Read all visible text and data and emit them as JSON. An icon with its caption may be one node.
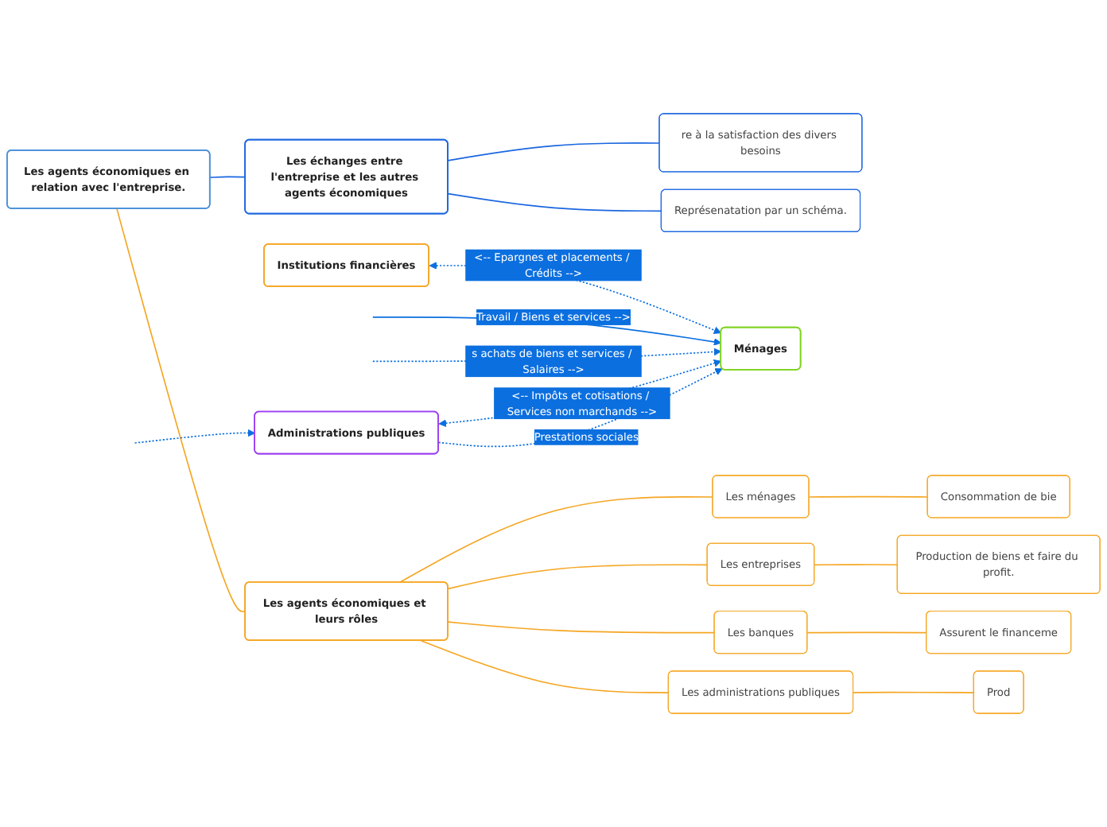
{
  "diagram": {
    "nodes": [
      {
        "text": [
          "Les agents économiques en relation avec l'entreprise."
        ]
      },
      {
        "text": [
          "Les échanges entre l'entreprise et les autres agents économiques"
        ]
      },
      {
        "text": [
          "re à la satisfaction des divers besoins"
        ]
      },
      {
        "text": [
          "Représenatation par un schéma."
        ]
      },
      {
        "text": [
          "Institutions financières"
        ]
      },
      {
        "text": [
          "Ménages"
        ]
      },
      {
        "text": [
          "Administrations publiques"
        ]
      },
      {
        "text": [
          "Les agents économiques et leurs rôles"
        ]
      },
      {
        "text": [
          "Les ménages"
        ]
      },
      {
        "text": [
          "Consommation de bie"
        ]
      },
      {
        "text": [
          "Les entreprises"
        ]
      },
      {
        "text": [
          "Production de biens et faire du profit."
        ]
      },
      {
        "text": [
          "Les banques"
        ]
      },
      {
        "text": [
          "Assurent le financeme"
        ]
      },
      {
        "text": [
          "Les administrations publiques"
        ]
      },
      {
        "text": [
          "Prod"
        ]
      }
    ],
    "edges": [
      {
        "from": 0,
        "to": 1,
        "arrow": "none",
        "color": "#1a66e0"
      },
      {
        "from": 1,
        "to": 2,
        "arrow": "none",
        "color": "#1a66e0"
      },
      {
        "from": 1,
        "to": 3,
        "arrow": "none",
        "color": "#1a66e0"
      },
      {
        "from": 0,
        "to": 7,
        "arrow": "none",
        "color": "#f5a623"
      },
      {
        "from": 7,
        "to": 8,
        "arrow": "none",
        "color": "#f5a623"
      },
      {
        "from": 8,
        "to": 9,
        "arrow": "none",
        "color": "#f5a623"
      },
      {
        "from": 7,
        "to": 10,
        "arrow": "none",
        "color": "#f5a623"
      },
      {
        "from": 10,
        "to": 11,
        "arrow": "none",
        "color": "#f5a623"
      },
      {
        "from": 7,
        "to": 12,
        "arrow": "none",
        "color": "#f5a623"
      },
      {
        "from": 12,
        "to": 13,
        "arrow": "none",
        "color": "#f5a623"
      },
      {
        "from": 7,
        "to": 14,
        "arrow": "none",
        "color": "#f5a623"
      },
      {
        "from": 14,
        "to": 15,
        "arrow": "none",
        "color": "#f5a623"
      },
      {
        "from": 4,
        "to": 5,
        "arrow": "both",
        "style": "dashed",
        "label": "<-- Epargnes et placements / Crédits -->",
        "color": "#0b6fdf"
      },
      {
        "from": null,
        "to": 5,
        "arrow": "to",
        "label": "Travail / Biens et services -->",
        "color": "#0b6fdf"
      },
      {
        "from": null,
        "to": 5,
        "arrow": "to",
        "style": "dashed",
        "label": "s achats de biens et services / Salaires -->",
        "color": "#0b6fdf"
      },
      {
        "from": 6,
        "to": 5,
        "arrow": "both",
        "style": "dashed",
        "label": "<-- Impôts et cotisations / Services non marchands -->",
        "color": "#0b6fdf"
      },
      {
        "from": 6,
        "to": 5,
        "arrow": "to",
        "style": "dashed",
        "label": "Prestations sociales",
        "color": "#0b6fdf"
      },
      {
        "from": null,
        "to": 6,
        "arrow": "to",
        "style": "dashed",
        "color": "#0b6fdf"
      }
    ]
  }
}
